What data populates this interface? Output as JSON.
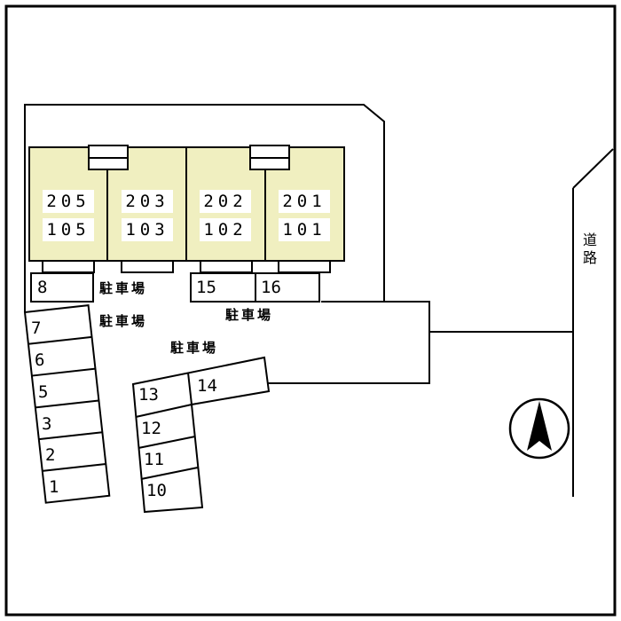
{
  "plan": {
    "type": "site-parking-plan"
  },
  "colors": {
    "unit_fill": "#f0efc0",
    "outline": "#000000",
    "background": "#ffffff",
    "compass_needle": "#000000"
  },
  "building": {
    "units": [
      {
        "upper": "205",
        "lower": "105"
      },
      {
        "upper": "203",
        "lower": "103"
      },
      {
        "upper": "202",
        "lower": "102"
      },
      {
        "upper": "201",
        "lower": "101"
      }
    ]
  },
  "parking": {
    "area_label": "駐車場",
    "single_spot": "8",
    "pair_spots": [
      "15",
      "16"
    ],
    "left_column": [
      "7",
      "6",
      "5",
      "3",
      "2",
      "1"
    ],
    "middle_column": [
      "13",
      "12",
      "11",
      "10"
    ],
    "middle_right_spot": "14"
  },
  "road": {
    "label": "道路"
  },
  "compass": {
    "icon": "north-arrow"
  }
}
